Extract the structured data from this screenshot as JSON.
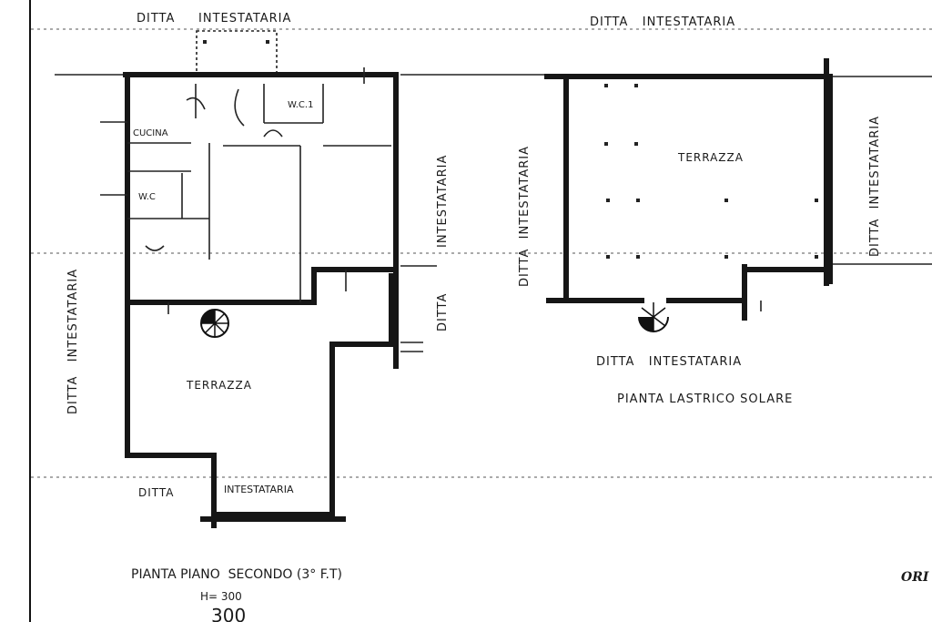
{
  "plan_left": {
    "title": "PIANTA PIANO  SECONDO (3° F.T)",
    "height": "H= 300",
    "scale_mark": "300",
    "rooms": {
      "kitchen": "CUCINA",
      "wc1": "W.C.1",
      "wc2": "W.C",
      "terrace": "TERRAZZA"
    },
    "neighbors": {
      "top": "DITTA     INTESTATARIA",
      "left": "DITTA   INTESTATARIA",
      "right_upper": "INTESTATARIA",
      "right_lower": "DITTA",
      "bottom_left": "DITTA",
      "bottom_right": "INTESTATARIA"
    }
  },
  "plan_right": {
    "title": "PIANTA LASTRICO SOLARE",
    "rooms": {
      "terrace": "TERRAZZA"
    },
    "neighbors": {
      "top": "DITTA   INTESTATARIA",
      "left": "DITTA  INTESTATARIA",
      "right": "DITTA  INTESTATARIA",
      "bottom": "DITTA   INTESTATARIA"
    }
  },
  "corner_text": "ORI"
}
